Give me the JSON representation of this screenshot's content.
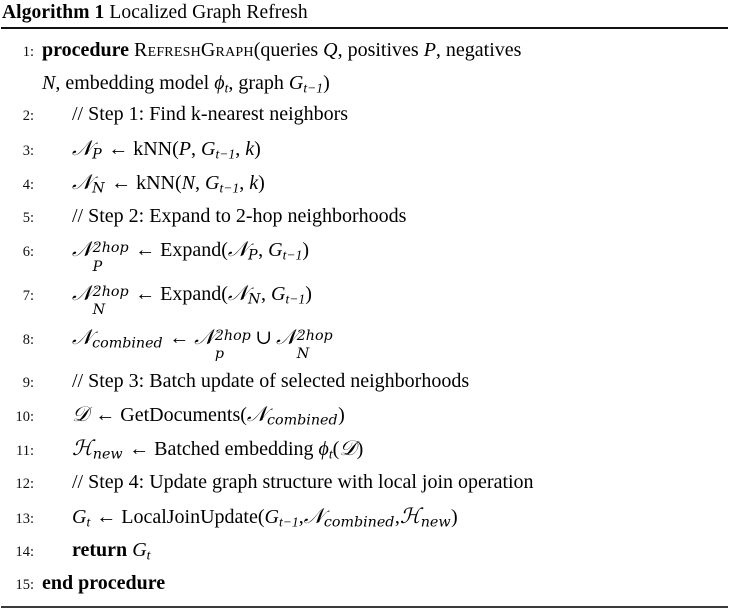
{
  "title": {
    "label": "Algorithm",
    "number": "1",
    "name": "Localized Graph Refresh"
  },
  "keywords": {
    "procedure": "procedure",
    "return": "return",
    "end_procedure": "end procedure"
  },
  "lines": [
    {
      "no": "1:",
      "text": "procedure RefreshGraph(queries Q, positives P, negatives N, embedding model ϕt, graph Gt−1)"
    },
    {
      "no": "2:",
      "text": "// Step 1: Find k-nearest neighbors"
    },
    {
      "no": "3:",
      "text": "NP ← kNN(P, Gt−1, k)"
    },
    {
      "no": "4:",
      "text": "NN ← kNN(N, Gt−1, k)"
    },
    {
      "no": "5:",
      "text": "// Step 2: Expand to 2-hop neighborhoods"
    },
    {
      "no": "6:",
      "text": "NP^2hop ← Expand(NP, Gt−1)"
    },
    {
      "no": "7:",
      "text": "NN^2hop ← Expand(NN, Gt−1)"
    },
    {
      "no": "8:",
      "text": "Ncombined ← Np^2hop ∪ NN^2hop"
    },
    {
      "no": "9:",
      "text": "// Step 3: Batch update of selected neighborhoods"
    },
    {
      "no": "10:",
      "text": "D ← GetDocuments(Ncombined)"
    },
    {
      "no": "11:",
      "text": "Hnew ← Batched embedding ϕt(D)"
    },
    {
      "no": "12:",
      "text": "// Step 4: Update graph structure with local join operation"
    },
    {
      "no": "13:",
      "text": "Gt ← LocalJoinUpdate(Gt−1, Ncombined, Hnew)"
    },
    {
      "no": "14:",
      "text": "return Gt"
    },
    {
      "no": "15:",
      "text": "end procedure"
    }
  ],
  "tokens": {
    "refresh_graph": "RefreshGraph",
    "queries": "queries",
    "positives": "positives",
    "negatives": "negatives",
    "embedding_model": "embedding model",
    "graph": "graph",
    "comment_step1": "// Step 1: Find k-nearest neighbors",
    "comment_step2": "// Step 2: Expand to 2-hop neighborhoods",
    "comment_step3": "// Step 3: Batch update of selected neighborhoods",
    "comment_step4": "// Step 4: Update graph structure with local join operation",
    "knn": "kNN",
    "expand": "Expand",
    "get_documents": "GetDocuments",
    "batched_embedding": "Batched embedding",
    "local_join_update": "LocalJoinUpdate",
    "script_n": "𝒩",
    "script_d": "𝒟",
    "script_h": "ℋ",
    "phi": "ϕ",
    "arrow": "←",
    "union": "∪",
    "var_Q": "Q",
    "var_P": "P",
    "var_N": "N",
    "var_G": "G",
    "var_k": "k",
    "sub_t": "t",
    "sub_t_minus_1": "t−1",
    "sub_P": "P",
    "sub_N": "N",
    "sub_p_lower": "p",
    "sub_combined": "combined",
    "sub_new": "new",
    "sup_2hop": "2hop",
    "comma": ",",
    "lparen": "(",
    "rparen": ")"
  },
  "numbers": {
    "n1": "1:",
    "n2": "2:",
    "n3": "3:",
    "n4": "4:",
    "n5": "5:",
    "n6": "6:",
    "n7": "7:",
    "n8": "8:",
    "n9": "9:",
    "n10": "10:",
    "n11": "11:",
    "n12": "12:",
    "n13": "13:",
    "n14": "14:",
    "n15": "15:"
  }
}
